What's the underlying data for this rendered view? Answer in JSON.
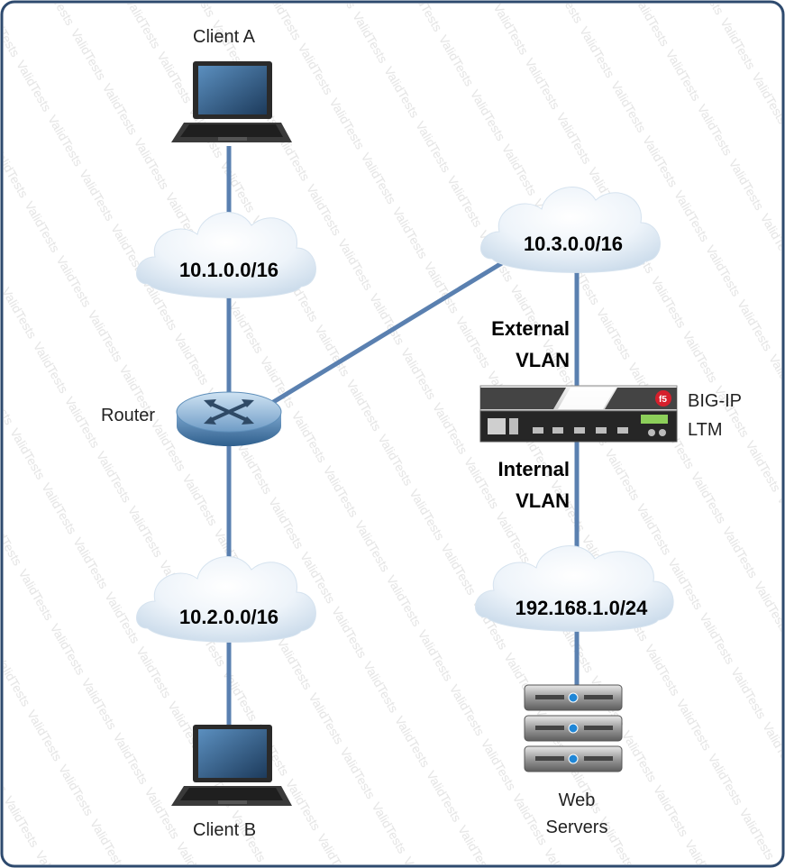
{
  "watermark": "ValidTests",
  "colors": {
    "border": "#2e4a6e",
    "link": "#5a80b0",
    "cloud_light": "#ffffff",
    "cloud_dark": "#c9daea"
  },
  "nodes": {
    "client_a": {
      "label": "Client A",
      "icon": "laptop-icon"
    },
    "client_b": {
      "label": "Client B",
      "icon": "laptop-icon"
    },
    "router": {
      "label": "Router",
      "icon": "router-icon"
    },
    "bigip": {
      "label_line1": "BIG-IP",
      "label_line2": "LTM",
      "icon": "load-balancer-icon"
    },
    "web_servers": {
      "label_line1": "Web",
      "label_line2": "Servers",
      "icon": "server-rack-icon"
    }
  },
  "networks": {
    "net_10_1": "10.1.0.0/16",
    "net_10_2": "10.2.0.0/16",
    "net_10_3": "10.3.0.0/16",
    "net_192": "192.168.1.0/24"
  },
  "vlans": {
    "external_line1": "External",
    "external_line2": "VLAN",
    "internal_line1": "Internal",
    "internal_line2": "VLAN"
  }
}
